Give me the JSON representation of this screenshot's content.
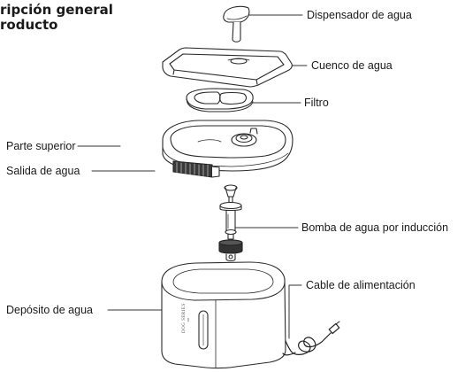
{
  "heading": {
    "line1": "ripción general",
    "line2": "roducto"
  },
  "parts": {
    "water_dispenser": "Dispensador de agua",
    "water_bowl": "Cuenco de agua",
    "filter": "Filtro",
    "top_part": "Parte superior",
    "water_outlet": "Salida de agua",
    "induction_pump": "Bomba de agua por inducción",
    "power_cable": "Cable de alimentación",
    "water_tank": "Depósito de agua"
  },
  "tank_branding": "DOG SERIES"
}
